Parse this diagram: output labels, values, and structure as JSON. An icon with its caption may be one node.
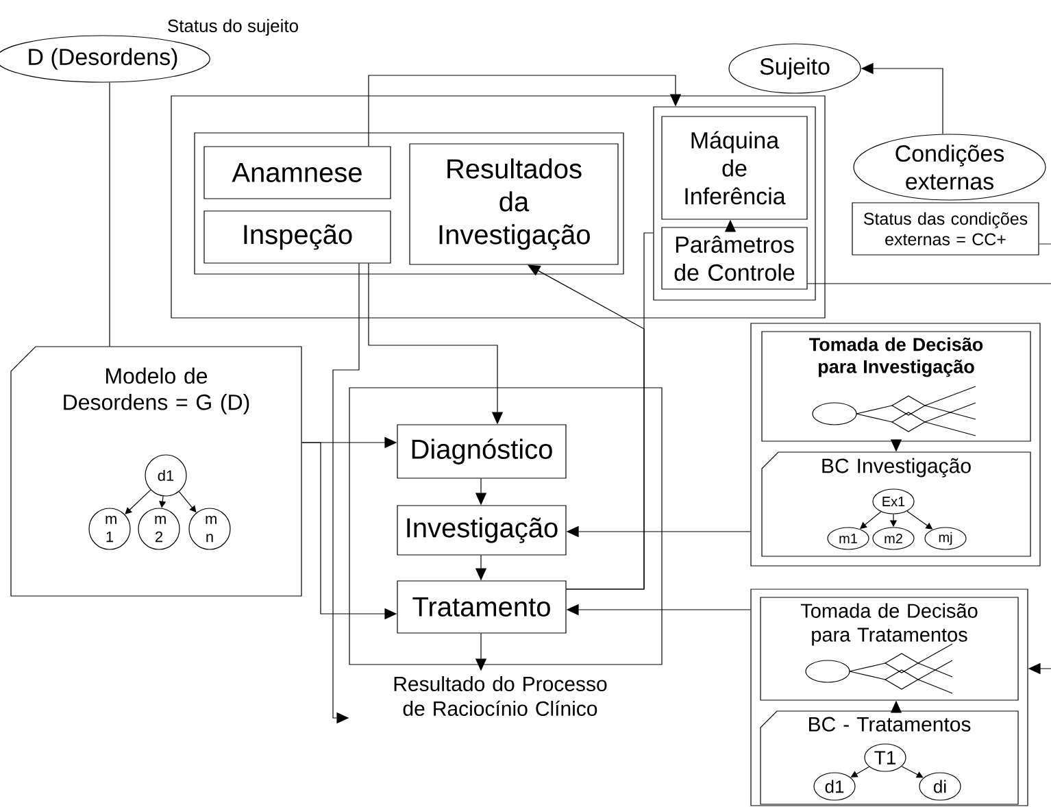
{
  "diagram": {
    "nodes": [
      {
        "text": [
          "D (Desordens)"
        ]
      },
      {
        "text": [
          "Sujeito"
        ]
      },
      {
        "text": [],
        "shape": "box"
      },
      {
        "text": [],
        "shape": "box",
        "in": 2
      },
      {
        "text": [
          "Anamnese"
        ],
        "in": 3
      },
      {
        "text": [
          "Inspeção"
        ],
        "in": 3
      },
      {
        "text": [
          "Resultados da Investigação"
        ],
        "in": 3
      },
      {
        "text": [],
        "shape": "box",
        "in": 2
      },
      {
        "text": [
          "Máquina de Inferência"
        ],
        "in": 7
      },
      {
        "text": [
          "Parâmetros de Controle"
        ],
        "in": 7
      },
      {
        "text": [
          "Condições externas"
        ]
      },
      {
        "text": [
          "Status das condições externas = CC+"
        ]
      },
      {
        "text": [
          "Modelo de Desordens = G (D)"
        ]
      },
      {
        "text": [
          "d1"
        ],
        "in": 12
      },
      {
        "text": [
          "m 1"
        ],
        "in": 12
      },
      {
        "text": [
          "m 2"
        ],
        "in": 12
      },
      {
        "text": [
          "m n"
        ],
        "in": 12
      },
      {
        "text": [],
        "shape": "box"
      },
      {
        "text": [
          "Diagnóstico"
        ],
        "in": 17
      },
      {
        "text": [
          "Investigação"
        ],
        "in": 17
      },
      {
        "text": [
          "Tratamento"
        ],
        "in": 17
      },
      {
        "text": [
          "Resultado do Processo de Raciocínio Clínico"
        ]
      },
      {
        "text": [],
        "shape": "box"
      },
      {
        "text": [
          "Tomada de Decisão para Investigação"
        ],
        "in": 22
      },
      {
        "text": [
          "BC Investigação"
        ],
        "in": 22
      },
      {
        "text": [
          "Ex1"
        ],
        "in": 24
      },
      {
        "text": [
          "m1"
        ],
        "in": 24
      },
      {
        "text": [
          "m2"
        ],
        "in": 24
      },
      {
        "text": [
          "mj"
        ],
        "in": 24
      },
      {
        "text": [],
        "shape": "box"
      },
      {
        "text": [
          "Tomada de Decisão para Tratamentos"
        ],
        "in": 29
      },
      {
        "text": [
          "BC - Tratamentos"
        ],
        "in": 29
      },
      {
        "text": [
          "T1"
        ],
        "in": 31
      },
      {
        "text": [
          "d1"
        ],
        "in": 31
      },
      {
        "text": [
          "di"
        ],
        "in": 31
      }
    ],
    "edges": [
      {
        "from": 0,
        "to": 12,
        "arrow": "none"
      },
      {
        "from": 4,
        "to": 7,
        "arrow": "to"
      },
      {
        "from": 10,
        "to": 1,
        "arrow": "to"
      },
      {
        "from": 9,
        "to": 8,
        "arrow": "to"
      },
      {
        "from": 9,
        "to": null,
        "arrow": "none"
      },
      {
        "from": 11,
        "to": null,
        "arrow": "none"
      },
      {
        "from": 5,
        "to": 18,
        "arrow": "to"
      },
      {
        "from": 5,
        "to": 21,
        "arrow": "to"
      },
      {
        "from": 20,
        "to": 6,
        "arrow": "to"
      },
      {
        "from": 20,
        "to": 7,
        "arrow": "none"
      },
      {
        "from": 12,
        "to": 18,
        "arrow": "to"
      },
      {
        "from": 12,
        "to": 20,
        "arrow": "to"
      },
      {
        "from": 18,
        "to": 19,
        "arrow": "to"
      },
      {
        "from": 19,
        "to": 20,
        "arrow": "to"
      },
      {
        "from": 20,
        "to": 21,
        "arrow": "to"
      },
      {
        "from": 22,
        "to": 19,
        "arrow": "to"
      },
      {
        "from": 29,
        "to": 20,
        "arrow": "to"
      },
      {
        "from": null,
        "to": 29,
        "arrow": "to"
      },
      {
        "from": 23,
        "to": 24,
        "arrow": "to"
      },
      {
        "from": 31,
        "to": 30,
        "arrow": "to"
      },
      {
        "from": 13,
        "to": 14,
        "arrow": "to"
      },
      {
        "from": 13,
        "to": 15,
        "arrow": "to"
      },
      {
        "from": 13,
        "to": 16,
        "arrow": "to"
      },
      {
        "from": 25,
        "to": 26,
        "arrow": "to"
      },
      {
        "from": 25,
        "to": 27,
        "arrow": "to"
      },
      {
        "from": 25,
        "to": 28,
        "arrow": "to"
      },
      {
        "from": 32,
        "to": 33,
        "arrow": "to"
      },
      {
        "from": 32,
        "to": 34,
        "arrow": "to"
      }
    ],
    "labels": [
      "Status do sujeito"
    ]
  }
}
